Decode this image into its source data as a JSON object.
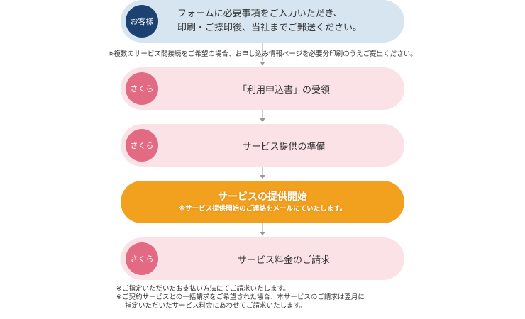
{
  "colors": {
    "customer_badge": "#1d4271",
    "customer_bg": "#d7e5f1",
    "sakura_badge": "#e26a83",
    "sakura_bg": "#fbe2e7",
    "highlight_bg": "#f2a11f",
    "arrow": "#999999"
  },
  "steps": [
    {
      "badge": "お客様",
      "lines": [
        "フォームに必要事項をご入力いただき、",
        "印刷・ご捺印後、当社までご郵送ください。"
      ]
    },
    {
      "badge": "さくら",
      "label": "「利用申込書」の受領"
    },
    {
      "badge": "さくら",
      "label": "サービス提供の準備"
    },
    {
      "title": "サービスの提供開始",
      "subtitle": "※サービス提供開始のご連絡をメールにていたします。"
    },
    {
      "badge": "さくら",
      "label": "サービス料金のご請求"
    }
  ],
  "note_after_step1": "※複数のサービス間接続をご希望の場合、お申し込み情報ページを必要分印刷のうえご提出ください。",
  "footer_notes": [
    "※ご指定いただいたお支払い方法にてご請求いたします。",
    "※ご契約サービスとの一括請求をご希望された場合、本サービスのご請求は翌月に",
    "指定いただいたサービス料金にあわせてご請求いたします。"
  ]
}
